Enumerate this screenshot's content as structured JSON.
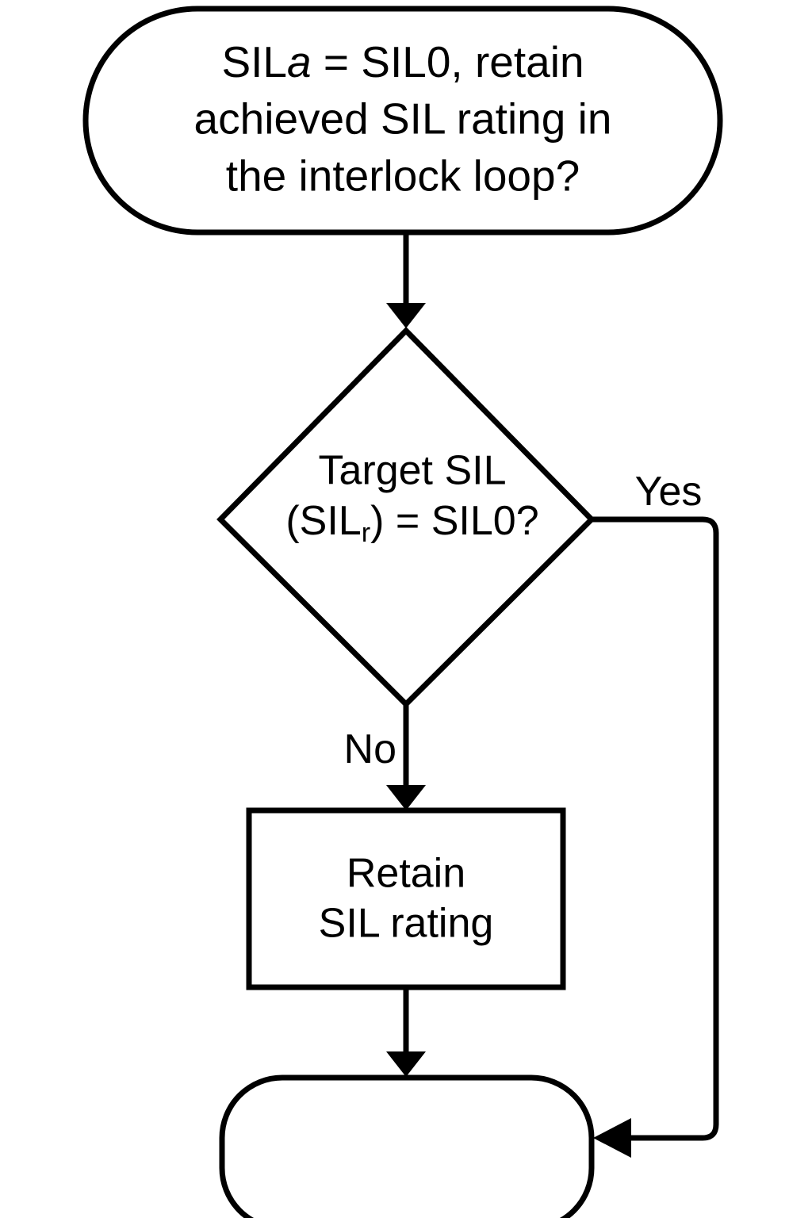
{
  "diagram": {
    "title": "SIL retention decision flowchart",
    "type": "flowchart",
    "background_color": "#ffffff",
    "line_color": "#000000",
    "nodes": [
      {
        "id": "start",
        "shape": "stadium",
        "lines": [
          "SILa = SIL0, retain",
          "achieved SIL rating in",
          "the interlock loop?"
        ],
        "line1_pre": "SIL",
        "line1_var": "a",
        "line1_post": " = SIL0, retain",
        "line2": "achieved SIL rating in",
        "line3": "the interlock loop?"
      },
      {
        "id": "decision",
        "shape": "diamond",
        "line1": "Target SIL",
        "line2_pre": "(SIL",
        "line2_sub": "r",
        "line2_post": ") = SIL0?"
      },
      {
        "id": "action",
        "shape": "rectangle",
        "line1": "Retain",
        "line2": "SIL rating"
      },
      {
        "id": "end",
        "shape": "stadium",
        "label": ""
      }
    ],
    "edges": [
      {
        "id": "start-to-decision",
        "from": "start",
        "to": "decision",
        "label": ""
      },
      {
        "id": "decision-yes",
        "from": "decision",
        "to": "end",
        "label": "Yes"
      },
      {
        "id": "decision-no",
        "from": "decision",
        "to": "action",
        "label": "No"
      },
      {
        "id": "action-to-end",
        "from": "action",
        "to": "end",
        "label": ""
      }
    ]
  }
}
